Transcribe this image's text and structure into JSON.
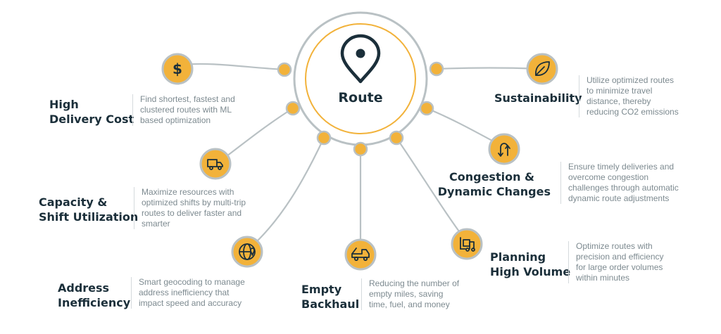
{
  "hub": {
    "label": "Route",
    "icon": "map-pin-icon"
  },
  "colors": {
    "accent": "#f2b23a",
    "line": "#b9c1c4",
    "dark": "#1b2f3a",
    "text": "#7d8a90"
  },
  "items": [
    {
      "id": "high-delivery-cost",
      "icon": "dollar-icon",
      "title": [
        "High",
        "Delivery Cost"
      ],
      "description": [
        "Find shortest, fastest and",
        "clustered routes with ML",
        "based optimization"
      ]
    },
    {
      "id": "capacity-shift",
      "icon": "truck-icon",
      "title": [
        "Capacity &",
        "Shift Utilization"
      ],
      "description": [
        "Maximize resources with",
        "optimized shifts by multi-trip",
        "routes to deliver faster and",
        "smarter"
      ]
    },
    {
      "id": "address-inefficiency",
      "icon": "globe-pin-icon",
      "title": [
        "Address",
        "Inefficiency"
      ],
      "description": [
        "Smart geocoding to manage",
        "address inefficiency that",
        "impact speed and accuracy"
      ]
    },
    {
      "id": "empty-backhaul",
      "icon": "tow-truck-icon",
      "title": [
        "Empty",
        "Backhaul"
      ],
      "description": [
        "Reducing the number of",
        "empty miles, saving",
        "time, fuel, and money"
      ]
    },
    {
      "id": "planning-high-volume",
      "icon": "forklift-icon",
      "title": [
        "Planning",
        "High Volume"
      ],
      "description": [
        "Optimize routes with",
        "precision and efficiency",
        "for large order volumes",
        "within minutes"
      ]
    },
    {
      "id": "congestion",
      "icon": "u-turn-icon",
      "title": [
        "Congestion &",
        "Dynamic Changes"
      ],
      "description": [
        "Ensure timely deliveries and",
        "overcome congestion",
        "challenges through automatic",
        "dynamic route adjustments"
      ]
    },
    {
      "id": "sustainability",
      "icon": "leaf-icon",
      "title": [
        "Sustainability"
      ],
      "description": [
        "Utilize optimized routes",
        "to minimize travel",
        "distance, thereby",
        "reducing CO2 emissions"
      ]
    }
  ]
}
